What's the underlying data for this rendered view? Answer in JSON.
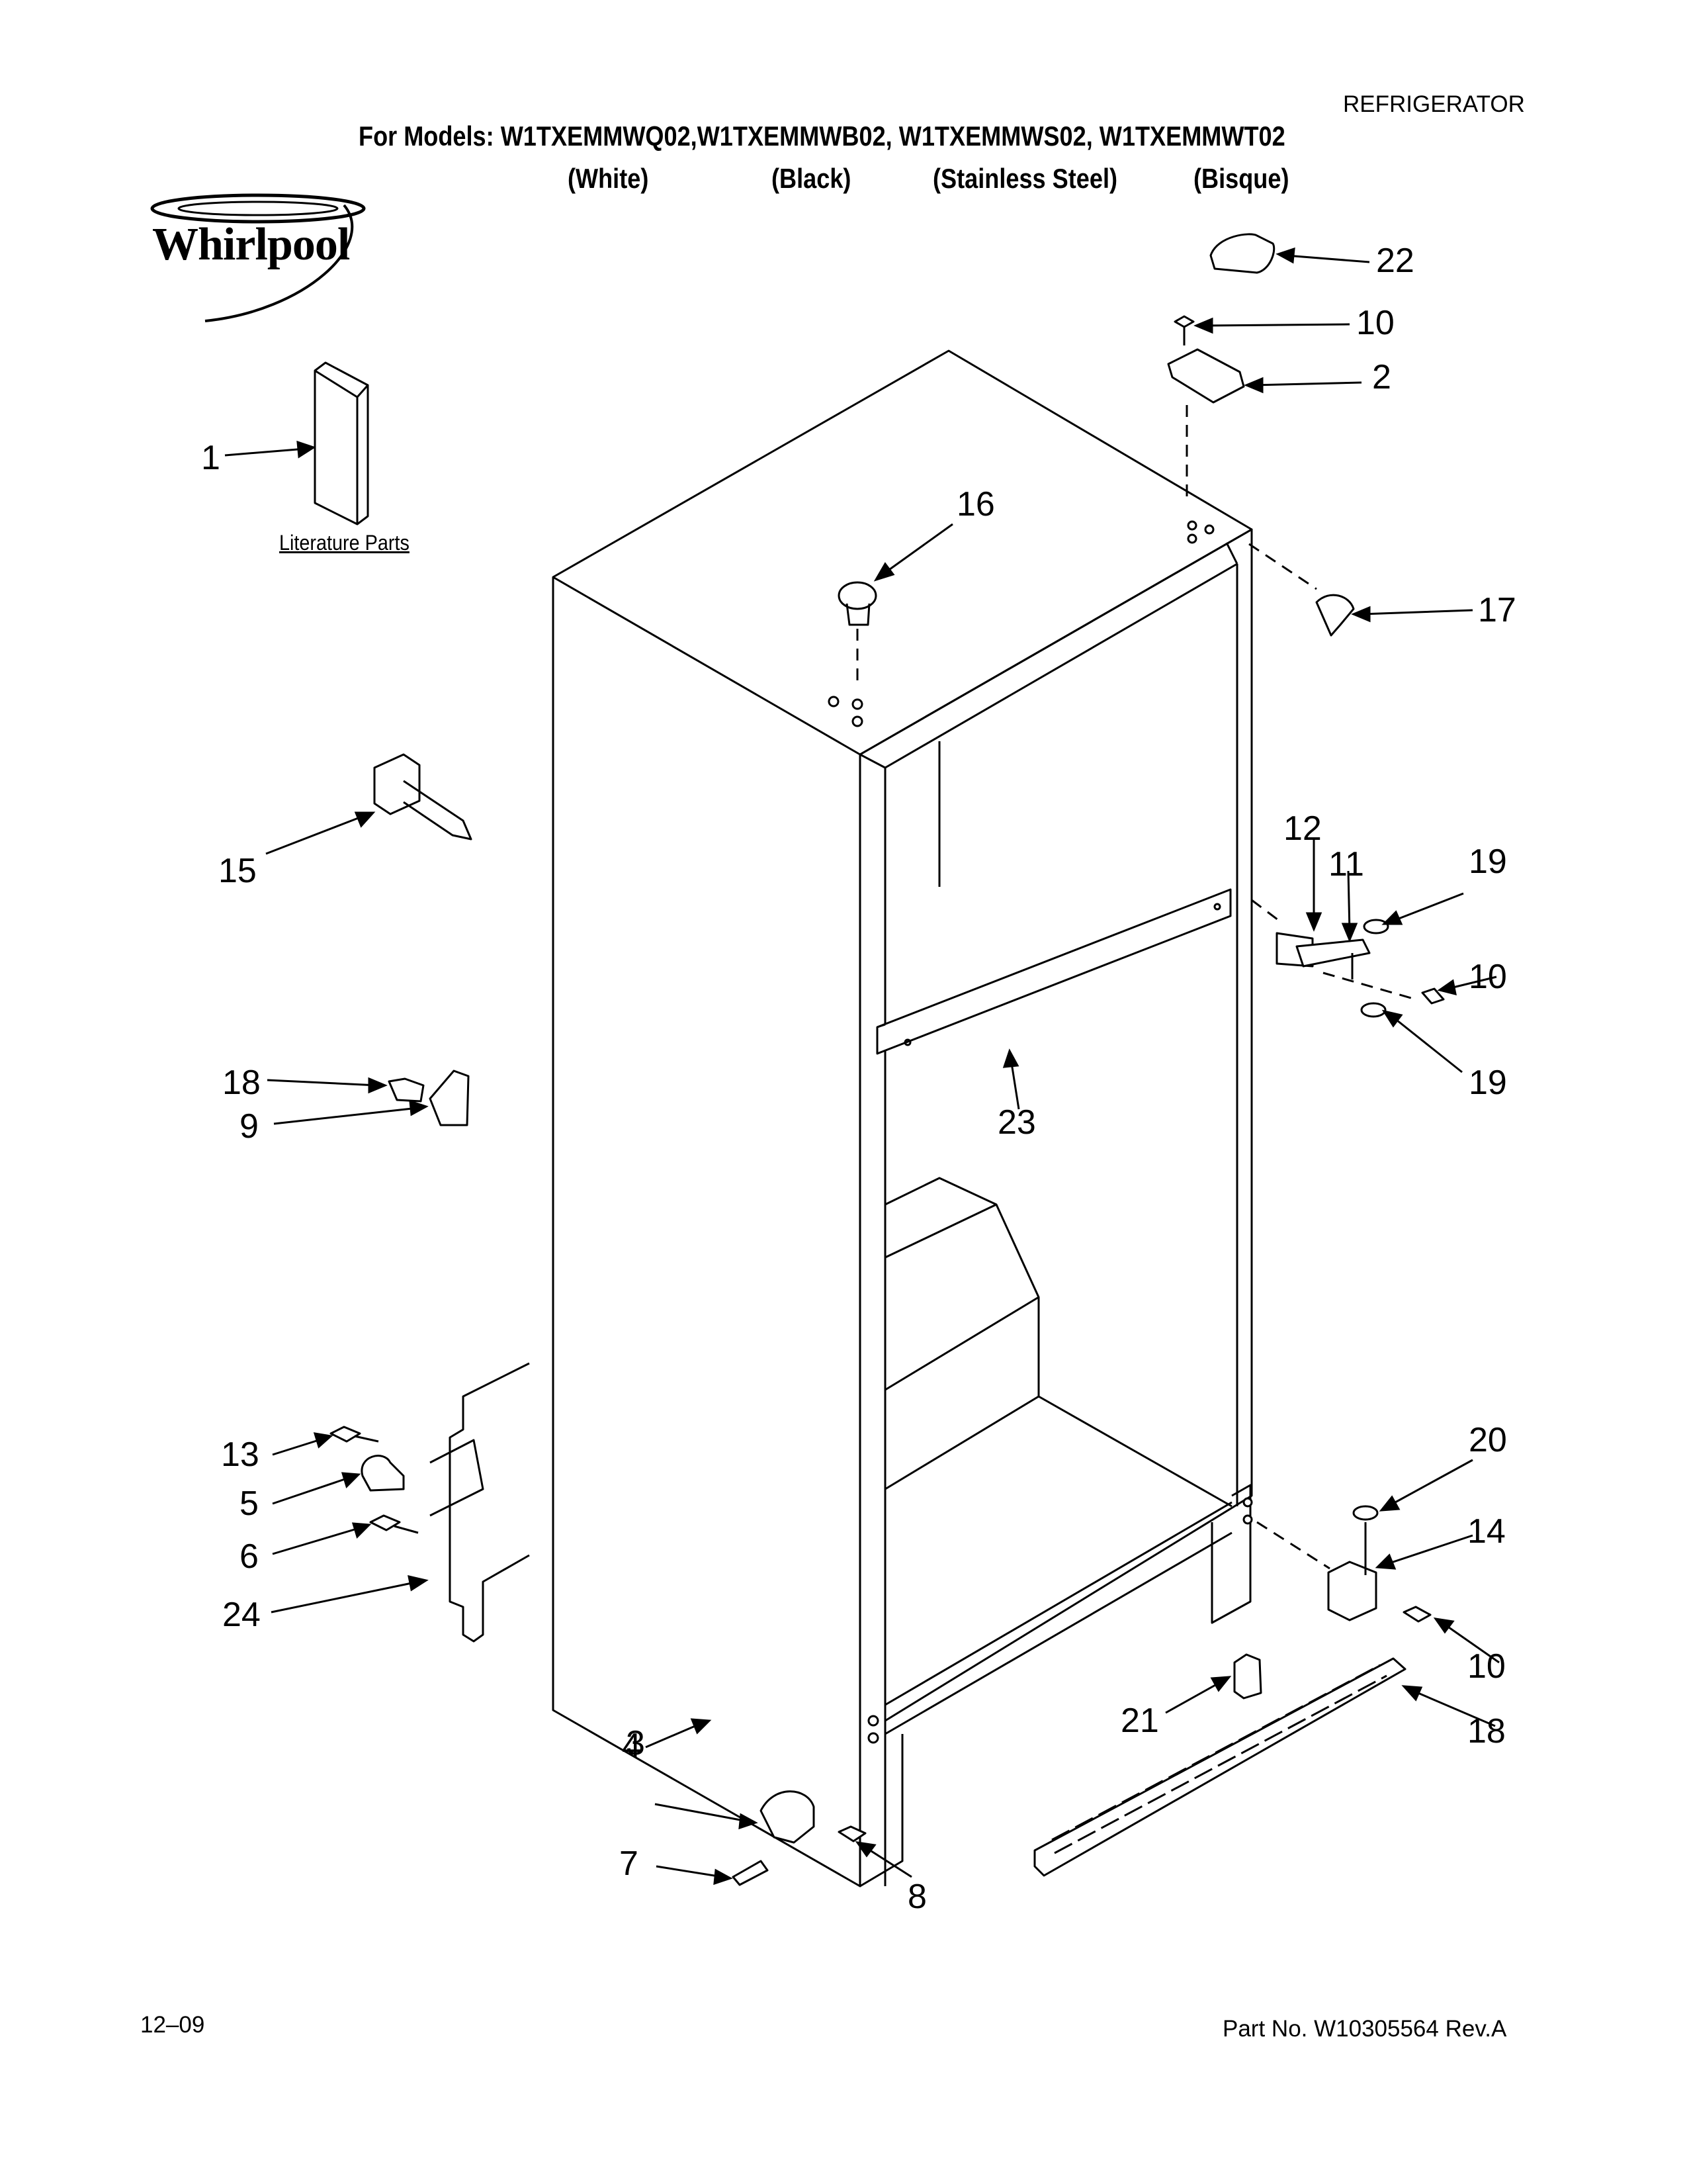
{
  "header": {
    "category": "REFRIGERATOR",
    "models_line": "For Models: W1TXEMMWQ02,W1TXEMMWB02, W1TXEMMWS02, W1TXEMMWT02",
    "colors": [
      "(White)",
      "(Black)",
      "(Stainless Steel)",
      "(Bisque)"
    ]
  },
  "brand": {
    "logo_text": "Whirlpool"
  },
  "literature_label": "Literature Parts",
  "callouts": {
    "n1": "1",
    "n2": "2",
    "n3": "3",
    "n4": "4",
    "n5": "5",
    "n6": "6",
    "n7": "7",
    "n8": "8",
    "n9": "9",
    "n10a": "10",
    "n10b": "10",
    "n10c": "10",
    "n11": "11",
    "n12": "12",
    "n13": "13",
    "n14": "14",
    "n15": "15",
    "n16": "16",
    "n17": "17",
    "n18a": "18",
    "n18b": "18",
    "n19a": "19",
    "n19b": "19",
    "n20": "20",
    "n21": "21",
    "n22": "22",
    "n23": "23",
    "n24": "24"
  },
  "footer": {
    "date": "12–09",
    "part_number": "Part No. W10305564 Rev.A"
  }
}
